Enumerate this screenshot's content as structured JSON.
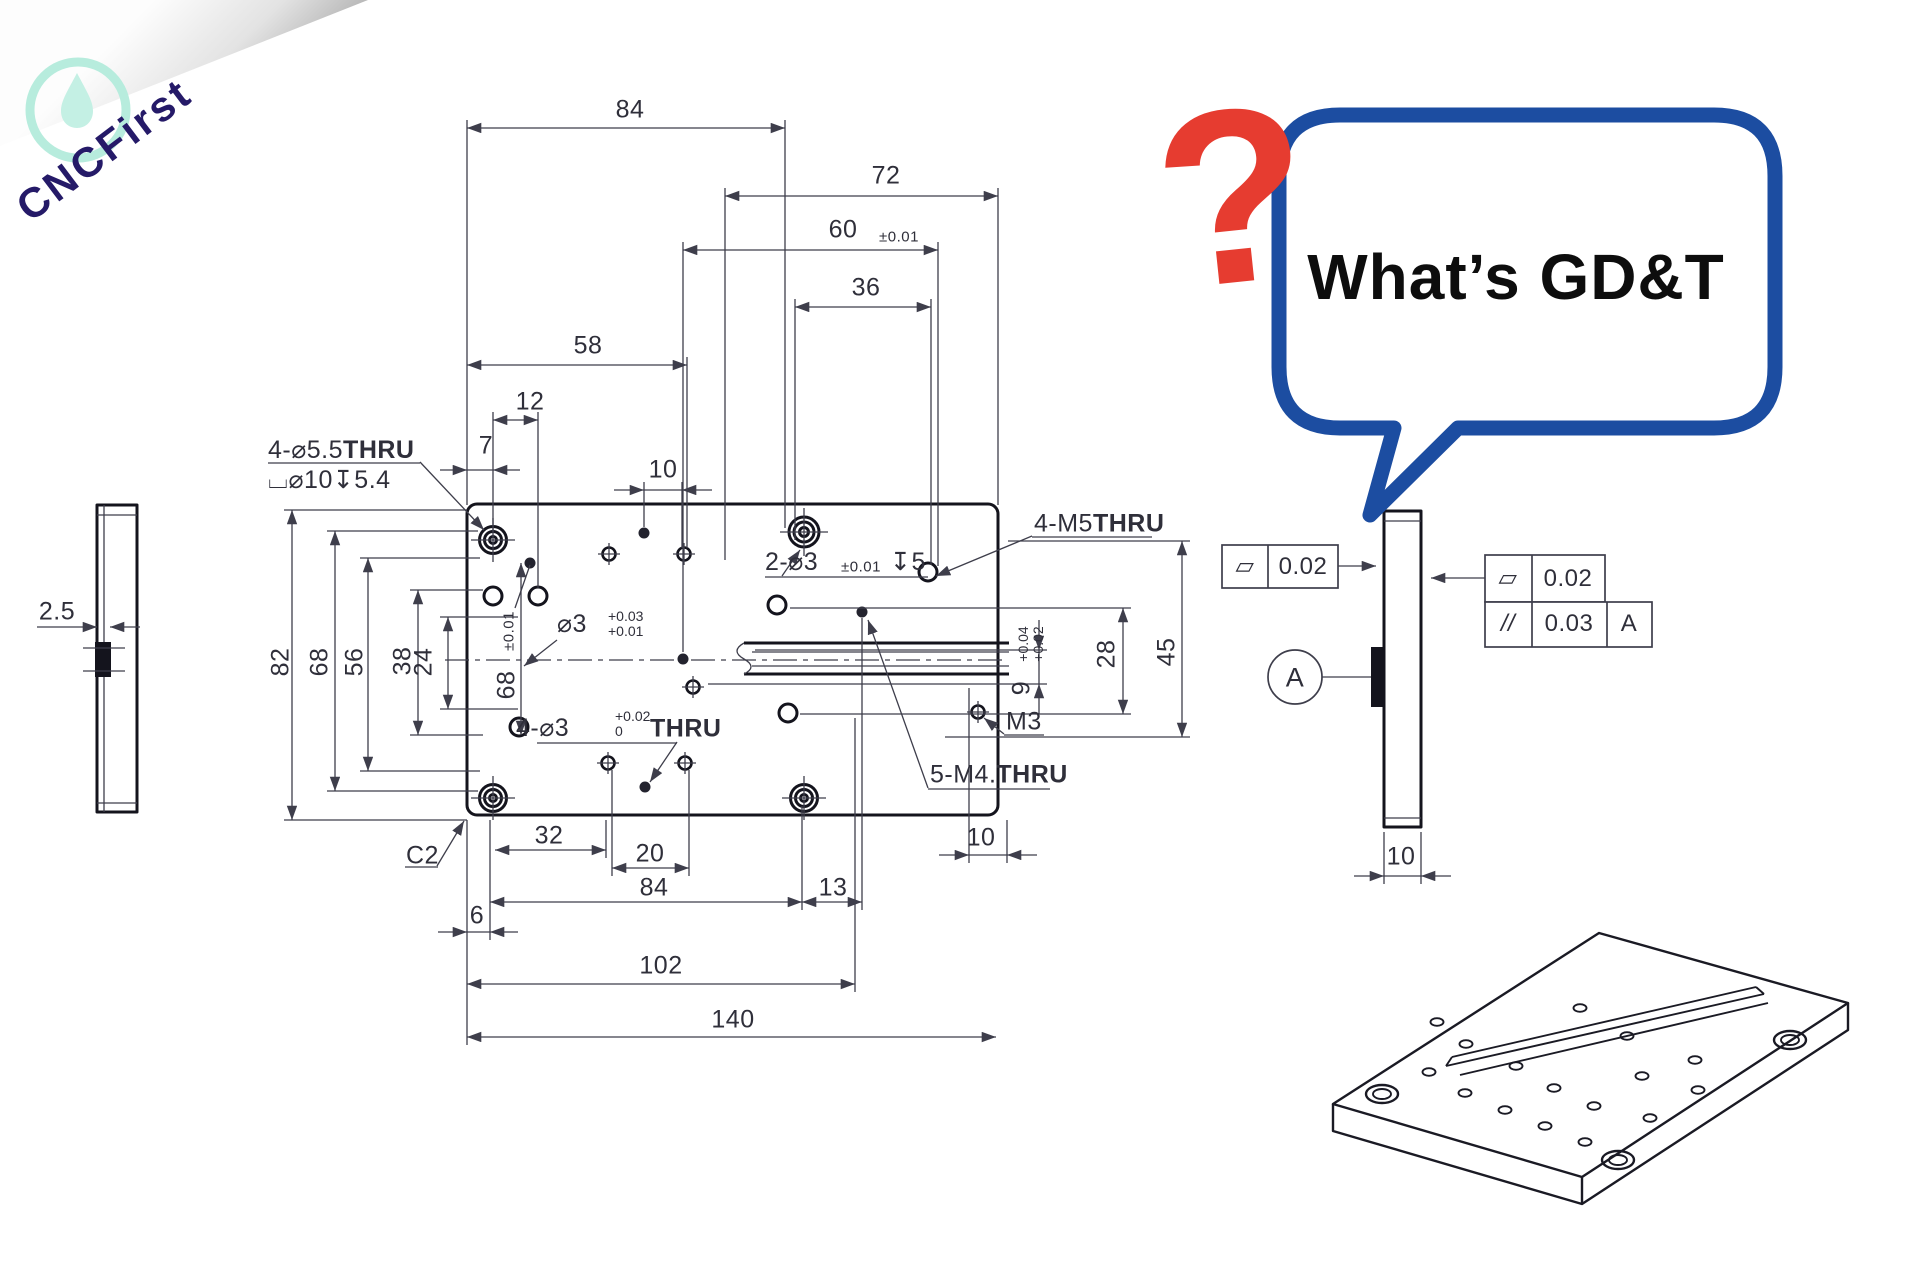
{
  "logo": {
    "brand": "CNCFirst"
  },
  "speech": {
    "qmark": "?",
    "title": "What’s GD&T"
  },
  "left_view": {
    "thickness": "2.5"
  },
  "front": {
    "top": {
      "d84": "84",
      "d72": "72",
      "d60": "60",
      "d60_tol": "±0.01",
      "d36": "36",
      "d58": "58",
      "d12": "12",
      "d7": "7",
      "d10": "10"
    },
    "left": {
      "d82": "82",
      "d68": "68",
      "d56": "56",
      "d38": "38",
      "d24": "24",
      "inner68": "68",
      "inner_tol": "±0.01"
    },
    "right": {
      "d9": "9",
      "d9_hi": "+0.04",
      "d9_lo": "+0.02",
      "d28": "28",
      "d45": "45"
    },
    "bottom": {
      "d32": "32",
      "d20": "20",
      "d84": "84",
      "d13": "13",
      "d10": "10",
      "d6": "6",
      "d102": "102",
      "d140": "140",
      "chamfer": "C2"
    },
    "callouts": {
      "cbore": "4-⌀5.5",
      "cbore_thru": "THRU",
      "cbore_detail": "⌴⌀10↧5.4",
      "dowel": "2-⌀3",
      "dowel_tol": "±0.01",
      "dowel_depth": "↧5",
      "fit": "⌀3",
      "fit_hi": "+0.03",
      "fit_lo": "+0.01",
      "m5": "4-M5",
      "m5_thru": "THRU",
      "m3": "M3",
      "m4": "5-M4.",
      "m4_thru": "THRU",
      "hole3": "4-⌀3",
      "hole3_hi": "+0.02",
      "hole3_lo": "0",
      "hole3_thru": "THRU"
    }
  },
  "gdt": {
    "flat_left": {
      "sym": "▱",
      "val": "0.02"
    },
    "flat_right": {
      "sym": "▱",
      "val": "0.02"
    },
    "parallel": {
      "sym": "//",
      "val": "0.03",
      "datum": "A"
    },
    "datum_label": "A",
    "side_thickness": "10"
  }
}
